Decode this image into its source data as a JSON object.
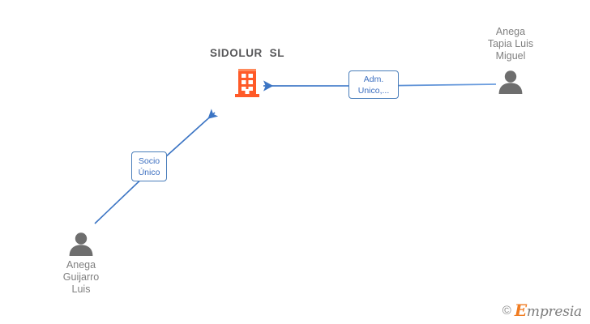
{
  "diagram": {
    "type": "organizational-relationship-graph",
    "background_color": "#ffffff",
    "company": {
      "name": "SIDOLUR  SL",
      "icon": "building-icon",
      "icon_color": "#ff5a28"
    },
    "people": [
      {
        "id": "person-top-right",
        "name": "Anega\nTapia Luis\nMiguel",
        "icon": "person-icon",
        "icon_color": "#6e6e6e",
        "label_position": "above"
      },
      {
        "id": "person-bottom-left",
        "name": "Anega\nGuijarro\nLuis",
        "icon": "person-icon",
        "icon_color": "#6e6e6e",
        "label_position": "below"
      }
    ],
    "relations": [
      {
        "id": "relation-adm-unico",
        "label": "Adm.\nUnico,...",
        "from": "person-top-right",
        "to": "company",
        "color": "#4a7ebb"
      },
      {
        "id": "relation-socio-unico",
        "label": "Socio\nÚnico",
        "from": "person-bottom-left",
        "to": "company",
        "color": "#4a7ebb"
      }
    ],
    "watermark": {
      "copyright": "©",
      "brand_initial": "E",
      "brand_rest": "mpresia",
      "brand_color": "#f07c22"
    }
  }
}
